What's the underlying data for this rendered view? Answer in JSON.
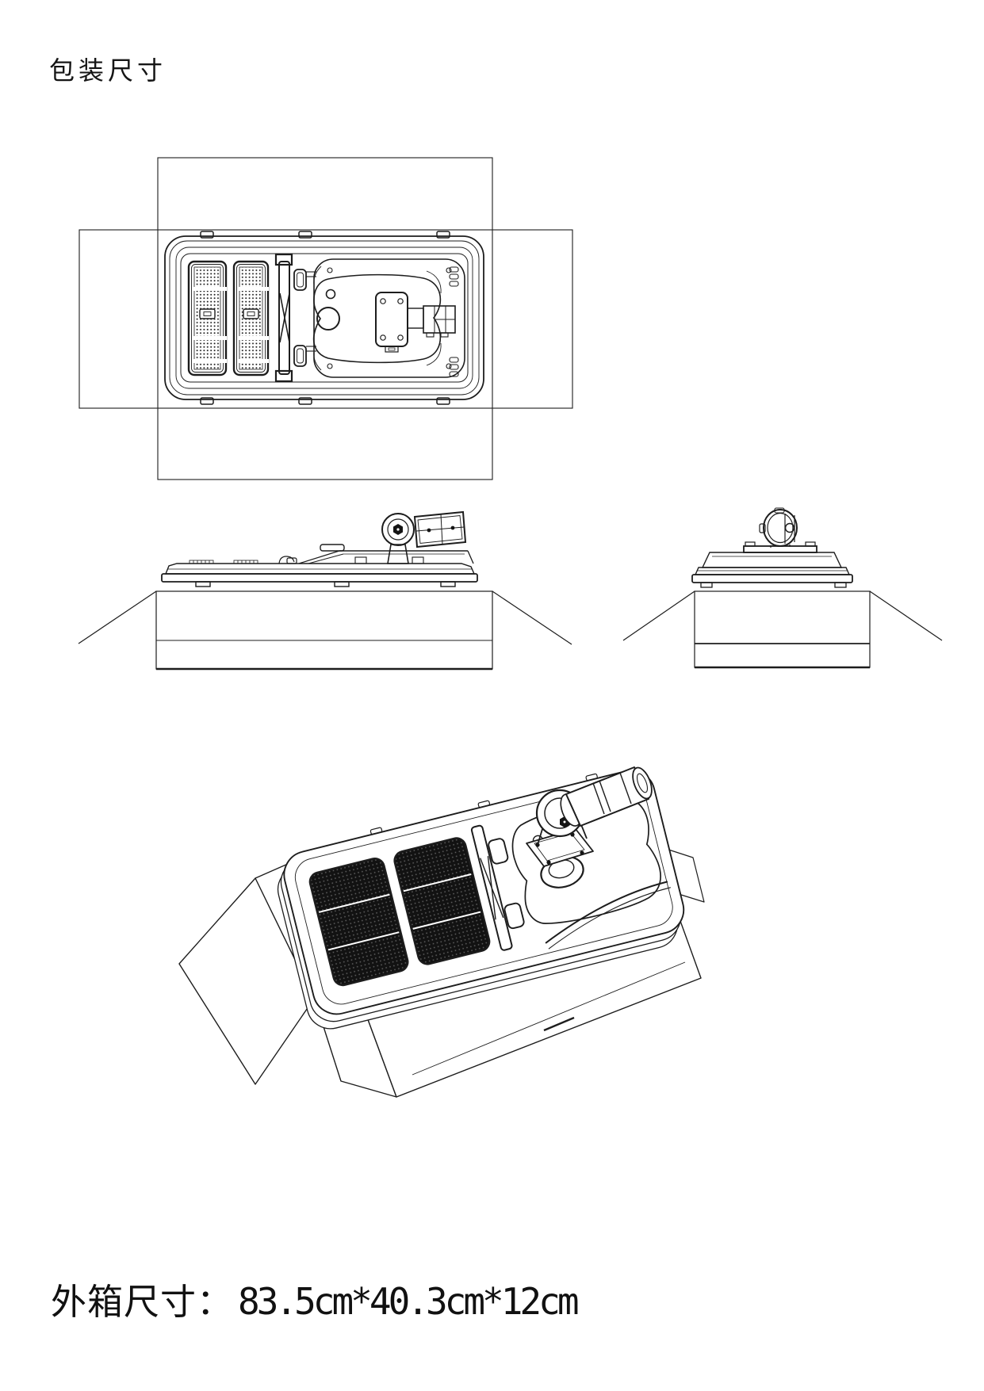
{
  "page": {
    "background": "#ffffff",
    "line_color": "#1d1d1d"
  },
  "header": {
    "title": "包装尺寸"
  },
  "footer": {
    "label": "外箱尺寸：",
    "value": "83.5cm*40.3cm*12cm"
  }
}
